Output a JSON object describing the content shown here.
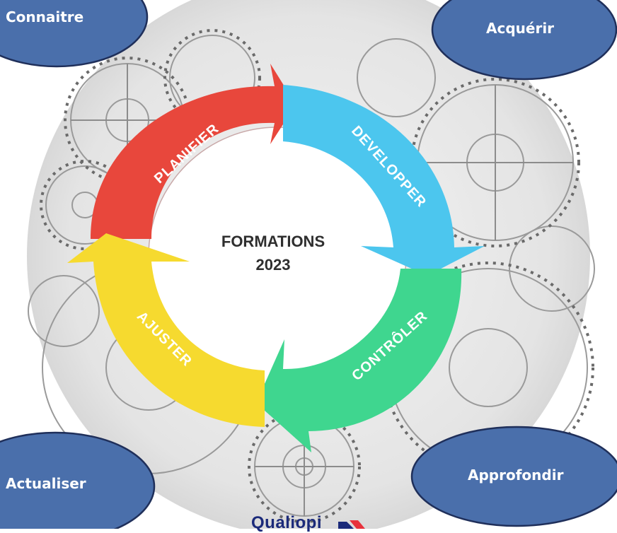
{
  "bubbles": {
    "top_left": "Connaitre",
    "top_right": "Acquérir",
    "bottom_left": "Actualiser",
    "bottom_right": "Approfondir"
  },
  "cycle": {
    "steps": [
      "PLANIFIER",
      "DEVELOPPER",
      "CONTRÔLER",
      "AJUSTER"
    ],
    "colors": {
      "planifier": "#e8473c",
      "developper": "#4cc6ee",
      "controler": "#3fd68f",
      "ajuster": "#f6da2f"
    }
  },
  "center": {
    "line1": "FORMATIONS",
    "line2": "2023"
  },
  "logo": {
    "text": "Qualiopi",
    "icon": "qualiopi-logo-icon"
  },
  "colors": {
    "bubble_fill": "#4a6fab",
    "bubble_stroke": "#1f2f5a"
  }
}
